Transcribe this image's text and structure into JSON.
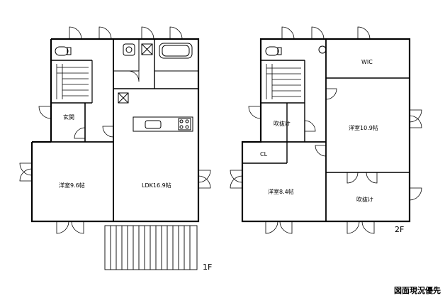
{
  "floor1": {
    "label": "1F",
    "rooms": {
      "entrance": "玄関",
      "western_room": "洋室9.6帖",
      "ldk": "LDK16.9帖"
    }
  },
  "floor2": {
    "label": "2F",
    "rooms": {
      "wic": "WIC",
      "void_small": "吹抜け",
      "closet": "CL",
      "western_room_a": "洋室10.9帖",
      "western_room_b": "洋室8.4帖",
      "void_large": "吹抜け"
    }
  },
  "notice": "図面現況優先"
}
